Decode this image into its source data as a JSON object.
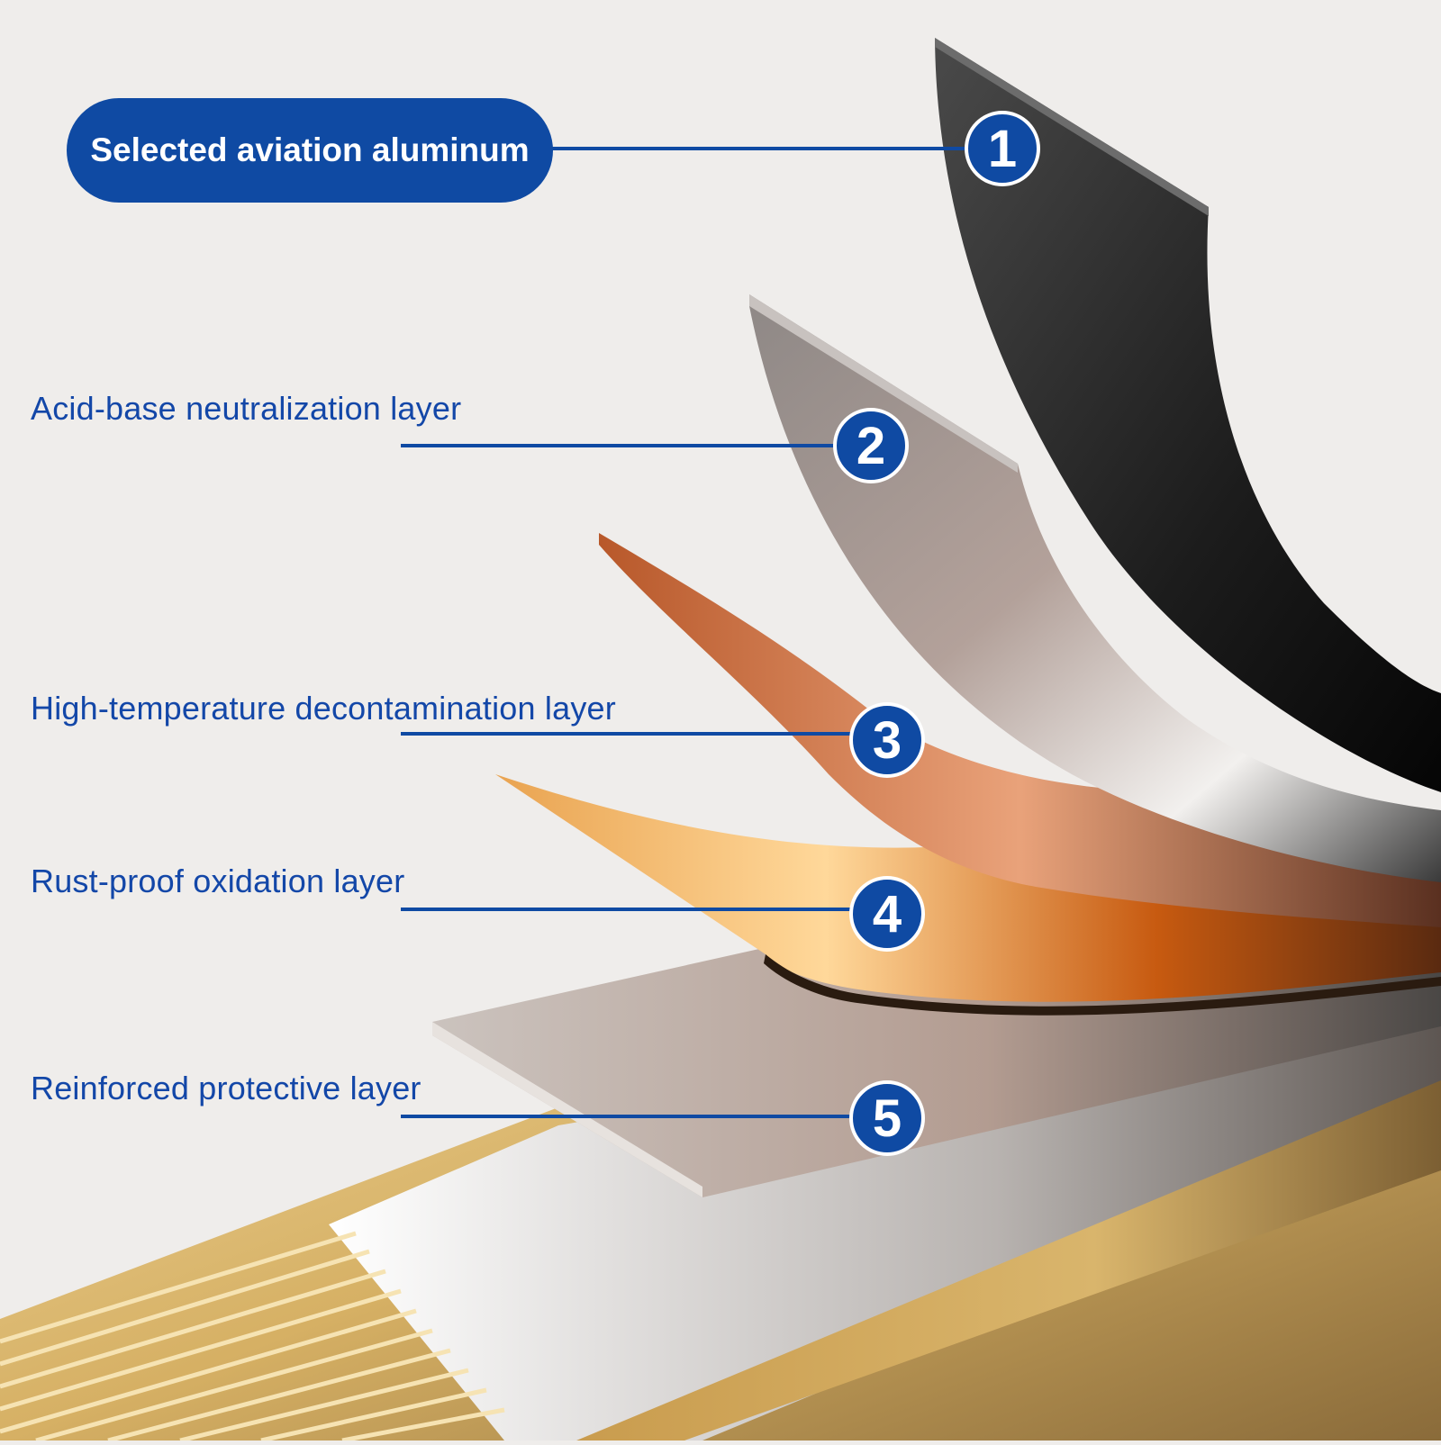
{
  "callouts": [
    {
      "number": "1",
      "text": "Selected aviation aluminum"
    },
    {
      "number": "2",
      "text": "Acid-base neutralization layer"
    },
    {
      "number": "3",
      "text": "High-temperature decontamination layer"
    },
    {
      "number": "4",
      "text": "Rust-proof oxidation layer"
    },
    {
      "number": "5",
      "text": "Reinforced protective layer"
    }
  ],
  "colors": {
    "accent": "#0f4aa3",
    "label_text": "#1347a8",
    "background": "#efedeb",
    "profile_gold": "#d8b46a",
    "black_layer": "#2a2a2a",
    "gray_layer": "#9a918c",
    "copper_layer": "#c06a38",
    "orange_layer": "#e8953f",
    "silver_layer": "#c9c0bb"
  }
}
